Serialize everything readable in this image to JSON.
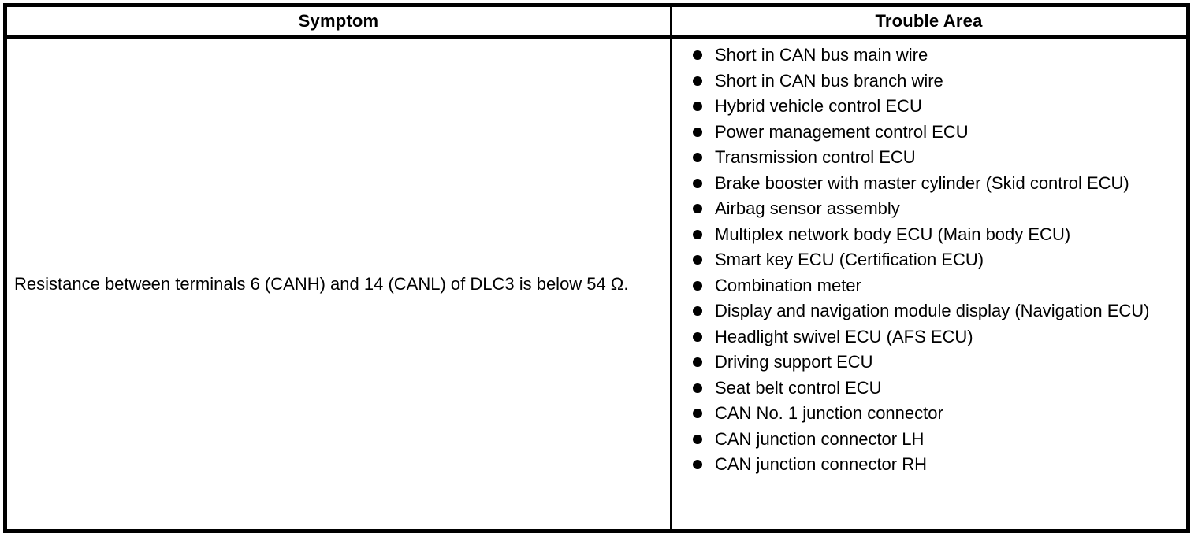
{
  "table": {
    "headers": {
      "symptom": "Symptom",
      "trouble_area": "Trouble Area"
    },
    "row": {
      "symptom": "Resistance between terminals 6 (CANH) and 14 (CANL) of DLC3 is below 54 Ω.",
      "trouble_areas": [
        "Short in CAN bus main wire",
        "Short in CAN bus branch wire",
        "Hybrid vehicle control ECU",
        "Power management control ECU",
        "Transmission control ECU",
        "Brake booster with master cylinder (Skid control ECU)",
        "Airbag sensor assembly",
        "Multiplex network body ECU (Main body ECU)",
        "Smart key ECU (Certification ECU)",
        "Combination meter",
        "Display and navigation module display (Navigation ECU)",
        "Headlight swivel ECU (AFS ECU)",
        "Driving support ECU",
        "Seat belt control ECU",
        "CAN No. 1 junction connector",
        "CAN junction connector LH",
        "CAN junction connector RH"
      ]
    }
  },
  "colors": {
    "border": "#000000",
    "background": "#ffffff",
    "text": "#000000"
  }
}
